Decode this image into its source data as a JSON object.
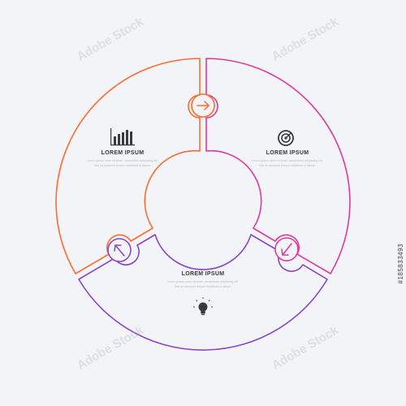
{
  "segments": {
    "top_left": {
      "title": "LOREM IPSUM",
      "icon": "bar-chart-icon",
      "color": "#ff6b2e"
    },
    "top_right": {
      "title": "LOREM IPSUM",
      "icon": "target-icon",
      "color": "#e0399d"
    },
    "bottom": {
      "title": "LOREM IPSUM",
      "icon": "lightbulb-icon",
      "color": "#8a45c9"
    }
  },
  "body_text": "Lorem ipsum dolor sit amet, consectetur adipiscing elit. Sed do eiusmod tempor incididunt ut labore.",
  "watermark": "Adobe Stock",
  "stock_id": "#185833493",
  "colors": {
    "background": "#f3f4f7",
    "orange": "#ff6b2e",
    "magenta": "#e0399d",
    "purple": "#8a45c9",
    "icon": "#3a3a3a"
  }
}
